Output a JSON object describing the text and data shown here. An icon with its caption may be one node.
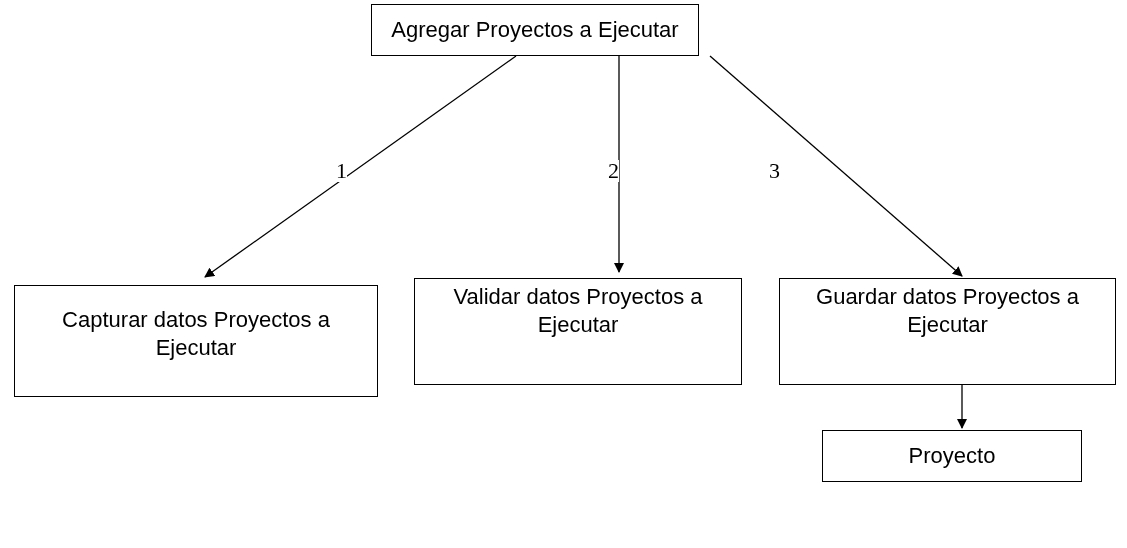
{
  "diagram": {
    "nodes": [
      {
        "text": [
          "Agregar Proyectos a Ejecutar"
        ]
      },
      {
        "text": [
          "Capturar datos Proyectos a Ejecutar"
        ]
      },
      {
        "text": [
          "Validar datos Proyectos a Ejecutar"
        ]
      },
      {
        "text": [
          "Guardar datos Proyectos a Ejecutar"
        ]
      },
      {
        "text": [
          "Proyecto"
        ]
      }
    ],
    "edges": [
      {
        "from": 0,
        "to": 1,
        "arrow": "to",
        "label": "1"
      },
      {
        "from": 0,
        "to": 2,
        "arrow": "to",
        "label": "2"
      },
      {
        "from": 0,
        "to": 3,
        "arrow": "to",
        "label": "3"
      },
      {
        "from": 3,
        "to": 4,
        "arrow": "to"
      }
    ]
  }
}
